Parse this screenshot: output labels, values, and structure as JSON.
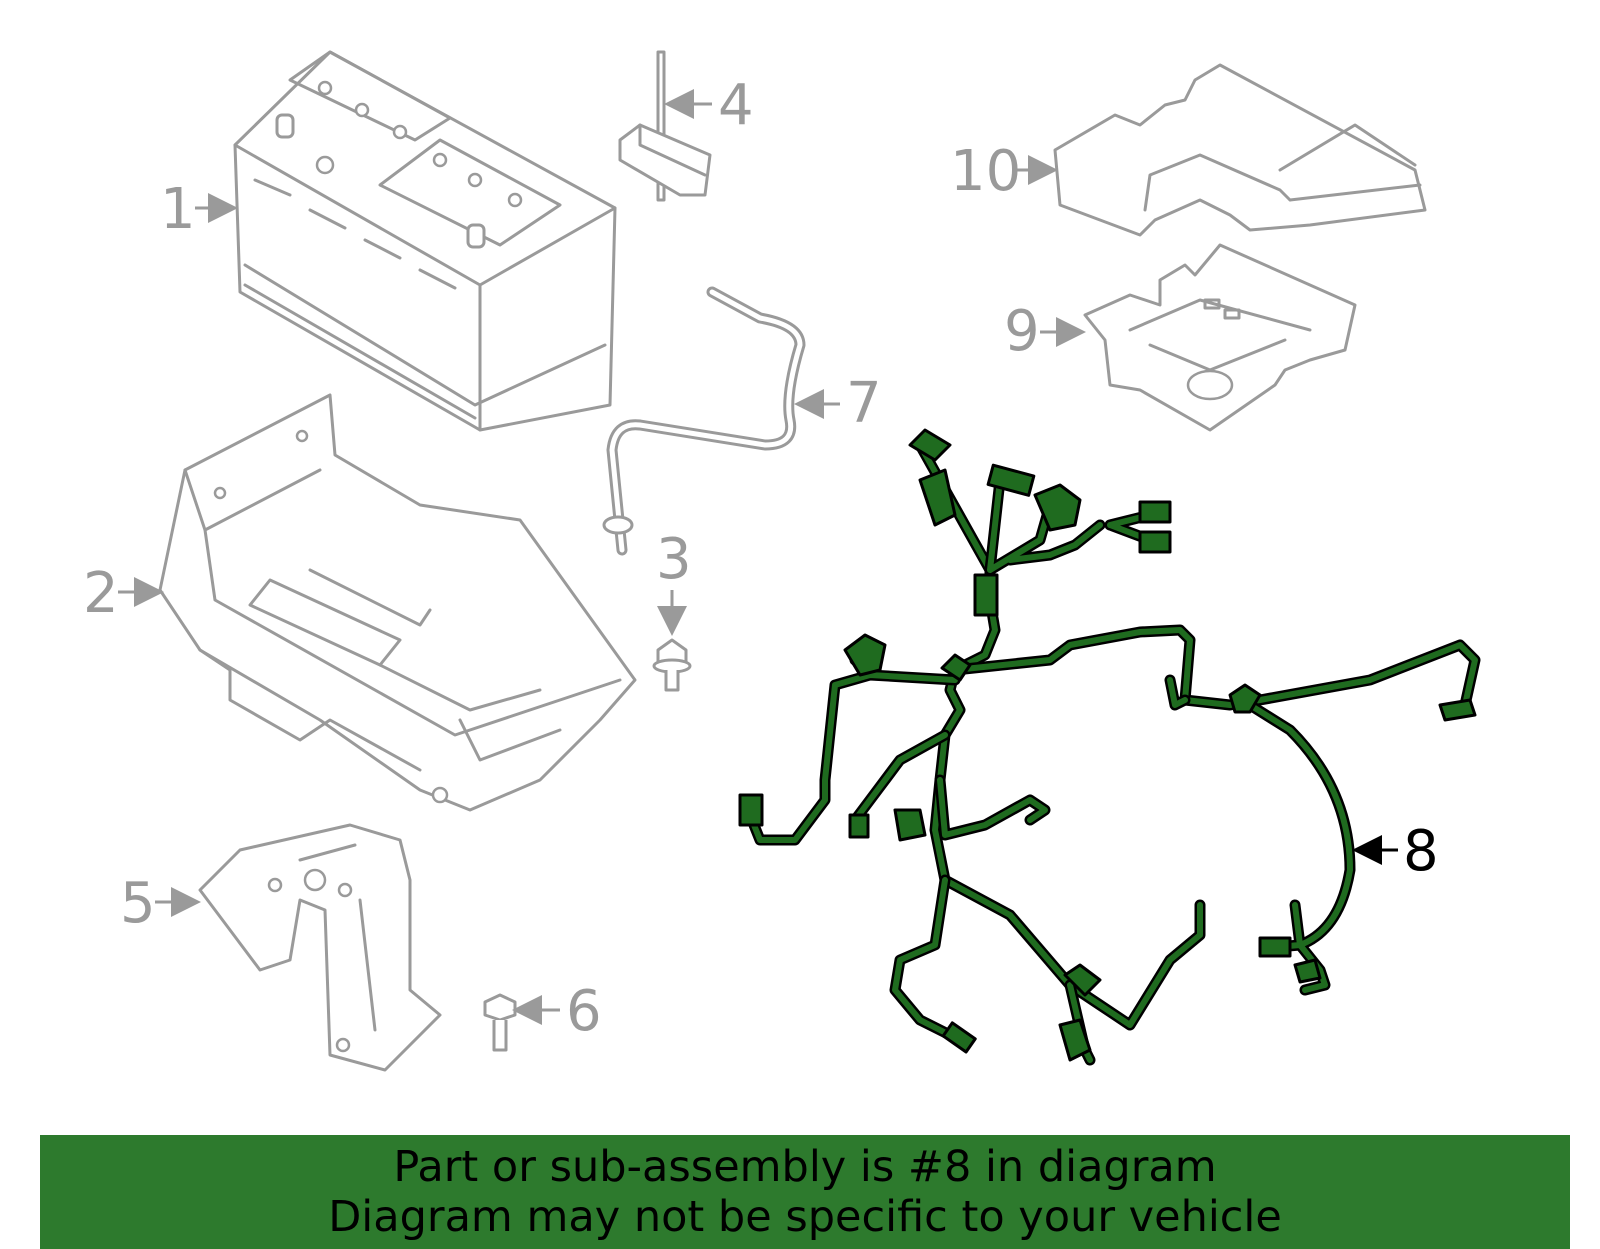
{
  "callouts": {
    "c1": "1",
    "c2": "2",
    "c3": "3",
    "c4": "4",
    "c5": "5",
    "c6": "6",
    "c7": "7",
    "c8": "8",
    "c9": "9",
    "c10": "10"
  },
  "highlight_callout": "8",
  "colors": {
    "highlight": "#2d7a2d",
    "part_line": "#9a9a9a",
    "harness": "#1f6b1f"
  },
  "banner": {
    "line1": "Part or sub-assembly is #8 in diagram",
    "line2": "Diagram may not be specific to your vehicle"
  }
}
